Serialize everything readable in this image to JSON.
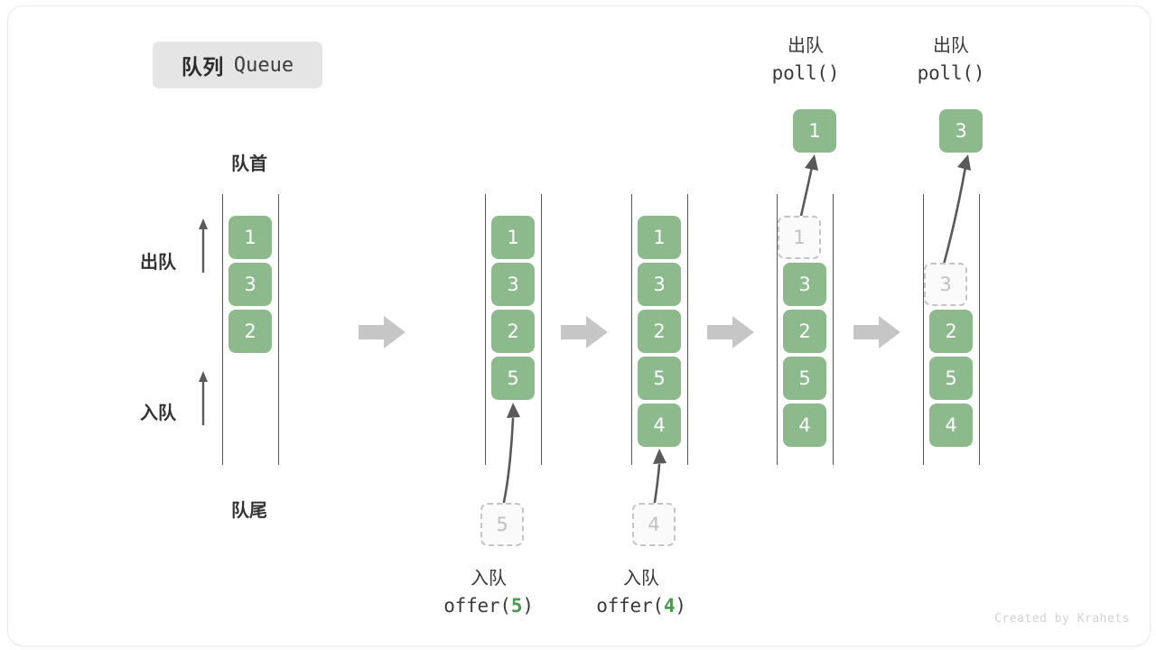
{
  "title": {
    "cn": "队列",
    "en": "Queue"
  },
  "labels": {
    "head": "队首",
    "tail": "队尾",
    "dequeue": "出队",
    "enqueue": "入队"
  },
  "operations": [
    {
      "cn": "入队",
      "code_prefix": "offer(",
      "code_arg": "5",
      "code_suffix": ")"
    },
    {
      "cn": "入队",
      "code_prefix": "offer(",
      "code_arg": "4",
      "code_suffix": ")"
    },
    {
      "cn": "出队",
      "code_prefix": "poll(",
      "code_arg": "",
      "code_suffix": ")"
    },
    {
      "cn": "出队",
      "code_prefix": "poll(",
      "code_arg": "",
      "code_suffix": ")"
    }
  ],
  "columns": [
    {
      "name": "initial-queue",
      "cells": [
        "1",
        "3",
        "2"
      ],
      "ghost_index": -1
    },
    {
      "name": "after-offer-5",
      "cells": [
        "1",
        "3",
        "2",
        "5"
      ],
      "ghost_index": -1
    },
    {
      "name": "after-offer-4",
      "cells": [
        "1",
        "3",
        "2",
        "5",
        "4"
      ],
      "ghost_index": -1
    },
    {
      "name": "during-poll-1",
      "cells": [
        "1",
        "3",
        "2",
        "5",
        "4"
      ],
      "ghost_index": 0
    },
    {
      "name": "during-poll-3",
      "cells": [
        "3",
        "2",
        "5",
        "4"
      ],
      "ghost_index": 0
    }
  ],
  "incoming": [
    {
      "column": "after-offer-5",
      "value": "5"
    },
    {
      "column": "after-offer-4",
      "value": "4"
    }
  ],
  "outgoing": [
    {
      "column": "during-poll-1",
      "value": "1"
    },
    {
      "column": "during-poll-3",
      "value": "3"
    }
  ],
  "colors": {
    "cell_fill": "#8cba8c",
    "cell_text": "#ffffff",
    "ghost_border": "#c4c4c4",
    "ghost_text": "#c0c0c0",
    "rail": "#555555",
    "step_arrow": "#c6c6c6",
    "flow_arrow": "#595959",
    "badge_bg": "#e5e5e5"
  },
  "footer": "Created by Krahets"
}
